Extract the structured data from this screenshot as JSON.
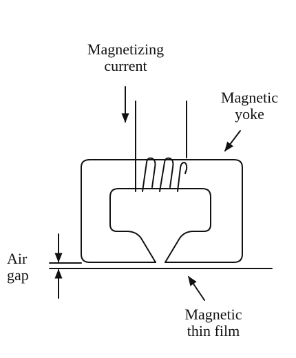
{
  "labels": {
    "magnetizing_current": [
      "Magnetizing",
      "current"
    ],
    "magnetic_yoke": [
      "Magnetic",
      "yoke"
    ],
    "air_gap": [
      "Air",
      "gap"
    ],
    "magnetic_thin_film": [
      "Magnetic",
      "thin film"
    ]
  },
  "colors": {
    "line": "#111111",
    "background": "#ffffff"
  }
}
